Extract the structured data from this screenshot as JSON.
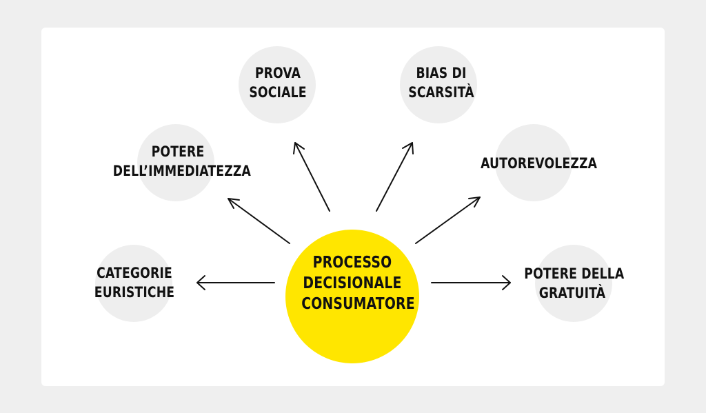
{
  "diagram": {
    "center": {
      "lines": [
        "PROCESSO",
        "DECISIONALE",
        "CONSUMATORE"
      ],
      "color": "#FFE600"
    },
    "nodes": {
      "prova_sociale": {
        "lines": [
          "PROVA",
          "SOCIALE"
        ]
      },
      "bias_scarsita": {
        "lines": [
          "BIAS DI",
          "SCARSITÀ"
        ]
      },
      "potere_immediatezza": {
        "lines": [
          "POTERE",
          "DELL’IMMEDIATEZZA"
        ]
      },
      "autorevolezza": {
        "lines": [
          "AUTOREVOLEZZA"
        ]
      },
      "categorie_euristiche": {
        "lines": [
          "CATEGORIE",
          "EURISTICHE"
        ]
      },
      "potere_gratuita": {
        "lines": [
          "POTERE DELLA",
          "GRATUITÀ"
        ]
      }
    },
    "node_color": "#EEEEEE",
    "arrow_color": "#111111"
  }
}
